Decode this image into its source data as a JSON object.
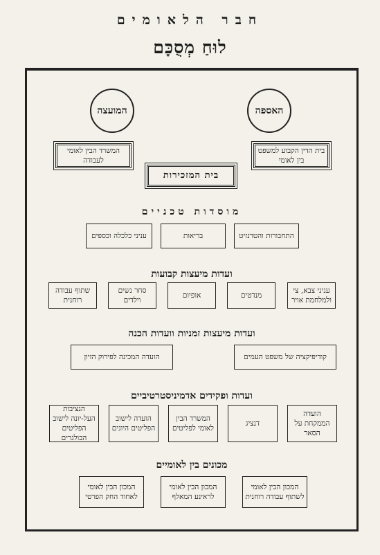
{
  "header": {
    "title": "חבר הלאומים",
    "subtitle": "לוּחַ מְסֻכָּם"
  },
  "top": {
    "circle_right": "האספה",
    "circle_left": "המועצה",
    "box_right": "בית הדין הקבוע למשפט בין לאומי",
    "box_left": "המשרד הבין לאומי לעבודה",
    "secretariat": "בית המזכירות"
  },
  "sections": {
    "technical": {
      "title": "מוסדות טכניים",
      "items": [
        "התחבורות והטרנזיט",
        "בריאות",
        "עניני כלכלה וכספים"
      ]
    },
    "permanent": {
      "title": "ועדות מיעצות קבועות",
      "items": [
        "עניני צבא, צי ולמלחמת אויר",
        "מנדטים",
        "אופיום",
        "סחר נשים וילדים",
        "שתוף עבודה רוחנית"
      ]
    },
    "temporary": {
      "title": "ועדות מיעצות זמניות וועדות הכנה",
      "items": [
        "קודיפיקציה של משפט העמים",
        "הועדה המכינה לפירוק הזיון"
      ]
    },
    "admin": {
      "title": "ועדות ופקידים אדמיניסטרטיביים",
      "items": [
        "הועדה הממקחת על הסאר",
        "דנציג",
        "המשרד הבין לאומי לפליטים",
        "הועדה לישוב הפליטים היונים",
        "הנציבות העל-יונה לישוב הפליטים הבולגרים"
      ]
    },
    "institutes": {
      "title": "מכונים בין לאומיים",
      "items": [
        "המכון הבין לאומי לשתוף עבודה רוחנית",
        "המכון הבין לאומי לראינע המאלף",
        "המכון הבין לאומי לאחוד החק הפרטי"
      ]
    }
  }
}
